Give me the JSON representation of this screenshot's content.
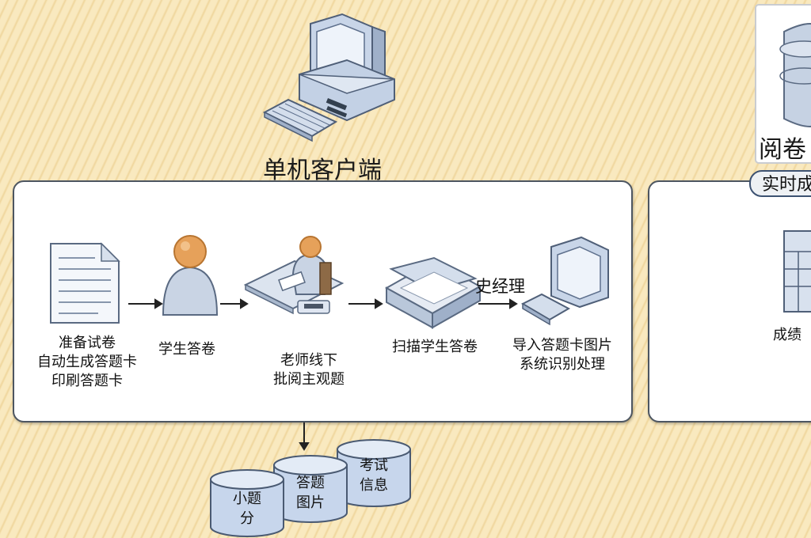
{
  "diagram": {
    "client_title": "单机客户端",
    "right_title": "阅卷",
    "right_pill": "实时成",
    "right_item_label": "成绩",
    "overlay_text": "史经理",
    "steps": [
      {
        "id": "prepare",
        "label": "准备试卷\n自动生成答题卡\n印刷答题卡"
      },
      {
        "id": "student",
        "label": "学生答卷"
      },
      {
        "id": "teacher",
        "label": "老师线下\n批阅主观题"
      },
      {
        "id": "scan",
        "label": "扫描学生答卷"
      },
      {
        "id": "import",
        "label": "导入答题卡图片\n系统识别处理"
      }
    ],
    "storages": [
      {
        "id": "subscores",
        "label": "小题\n分"
      },
      {
        "id": "images",
        "label": "答题\n图片"
      },
      {
        "id": "examinfo",
        "label": "考试\n信息"
      }
    ]
  },
  "colors": {
    "panel_border": "#4d5661",
    "device_blue": "#b9c9df",
    "cylinder_fill": "#c7d6ec",
    "arrow": "#222222"
  }
}
